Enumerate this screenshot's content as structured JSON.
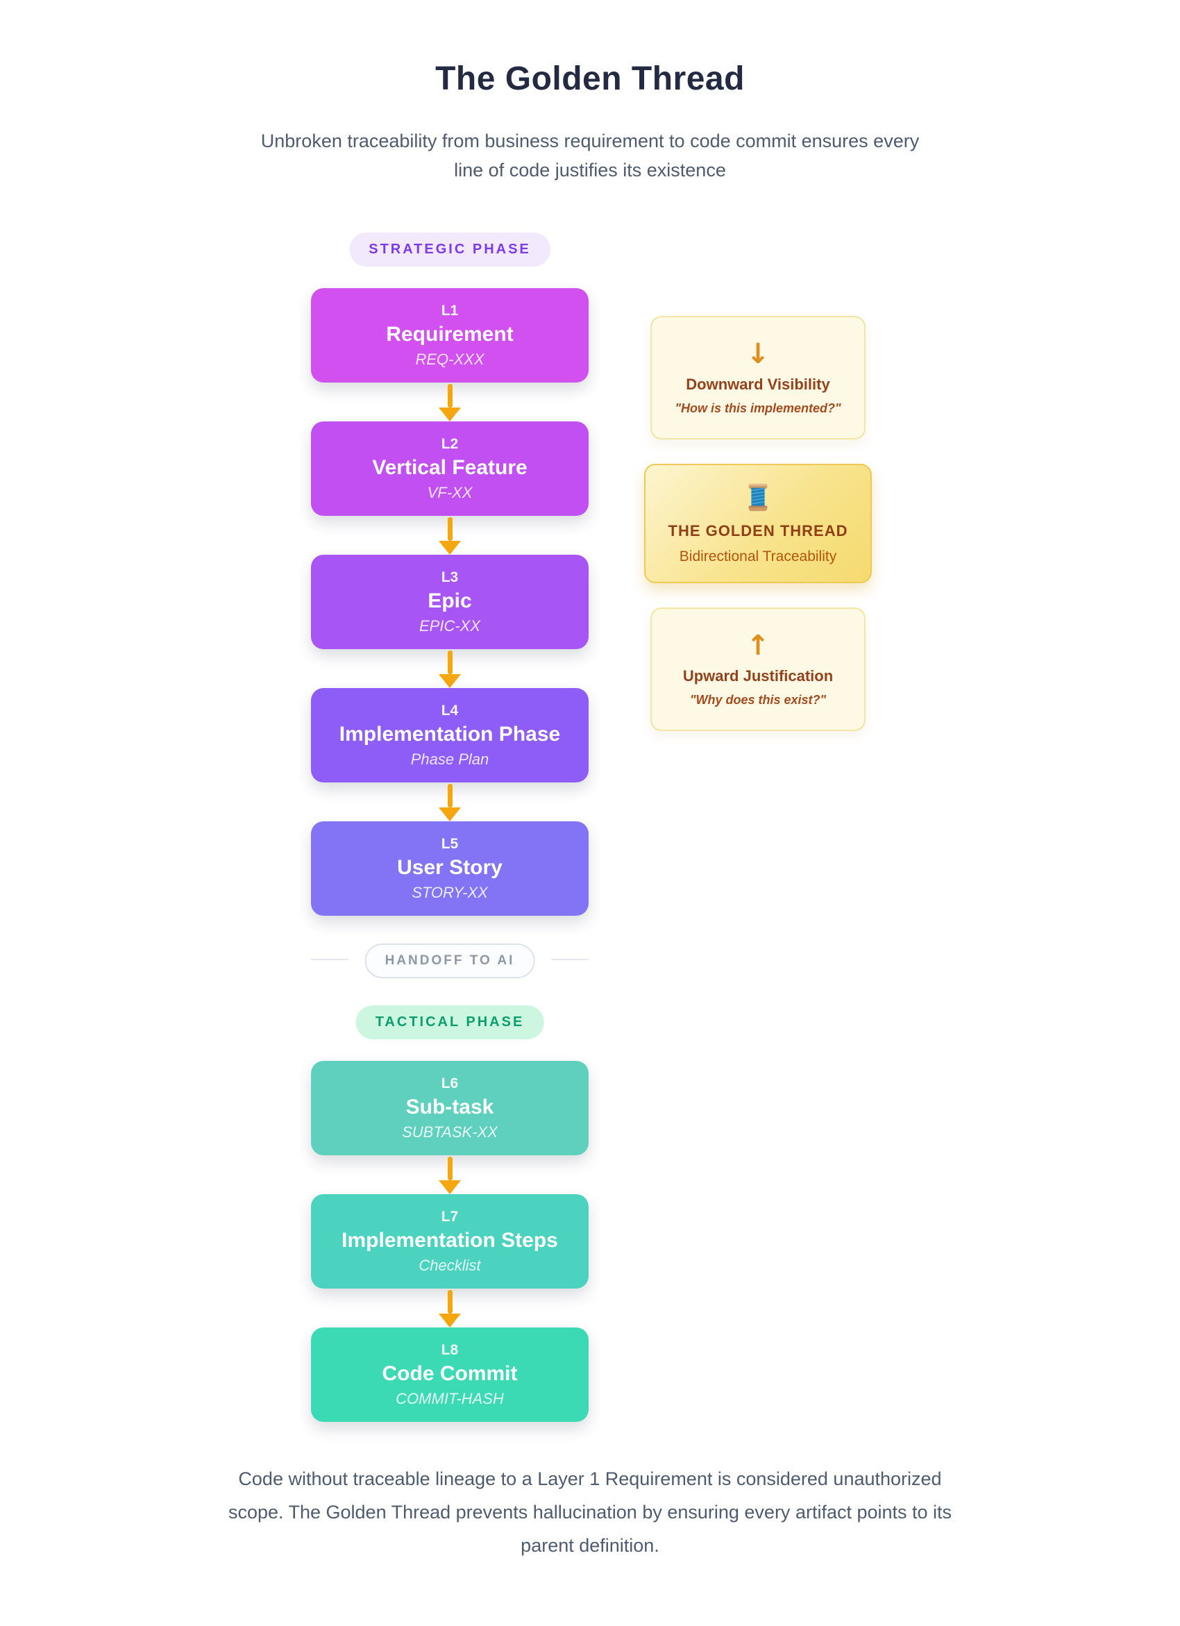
{
  "page": {
    "title": "The Golden Thread",
    "subtitle_lines": [
      "Unbroken traceability from business requirement to code commit ensures every",
      "line of code justifies its existence"
    ],
    "footer_lines": [
      "Code without traceable lineage to a Layer 1 Requirement is considered unauthorized",
      "scope. The Golden Thread prevents hallucination by ensuring every artifact points to its",
      "parent definition."
    ]
  },
  "phases": {
    "strategic": {
      "label": "STRATEGIC PHASE",
      "bg": "#f2e9fd",
      "color": "#7c3aed"
    },
    "tactical": {
      "label": "TACTICAL PHASE",
      "bg": "#cdf6e1",
      "color": "#0c9d6e"
    }
  },
  "handoff": {
    "label": "HANDOFF TO AI"
  },
  "arrow_color": "#f6a60f",
  "levels": [
    {
      "id": "L1",
      "title": "Requirement",
      "code": "REQ-XXX",
      "color": "#d24ff0"
    },
    {
      "id": "L2",
      "title": "Vertical Feature",
      "code": "VF-XX",
      "color": "#c14ff2"
    },
    {
      "id": "L3",
      "title": "Epic",
      "code": "EPIC-XX",
      "color": "#a855f6"
    },
    {
      "id": "L4",
      "title": "Implementation Phase",
      "code": "Phase Plan",
      "color": "#8e5cf6"
    },
    {
      "id": "L5",
      "title": "User Story",
      "code": "STORY-XX",
      "color": "#8274f4"
    },
    {
      "id": "L6",
      "title": "Sub-task",
      "code": "SUBTASK-XX",
      "color": "#5fcfbe"
    },
    {
      "id": "L7",
      "title": "Implementation Steps",
      "code": "Checklist",
      "color": "#4bd3c0"
    },
    {
      "id": "L8",
      "title": "Code Commit",
      "code": "COMMIT-HASH",
      "color": "#3cd9b5"
    }
  ],
  "side_notes": [
    {
      "icon": "arrow-down-icon",
      "title": "Downward Visibility",
      "quote": "\"How is this implemented?\""
    },
    {
      "icon": "thread-spool-icon",
      "title": "THE GOLDEN THREAD",
      "subtitle": "Bidirectional Traceability"
    },
    {
      "icon": "arrow-up-icon",
      "title": "Upward Justification",
      "quote": "\"Why does this exist?\""
    }
  ]
}
